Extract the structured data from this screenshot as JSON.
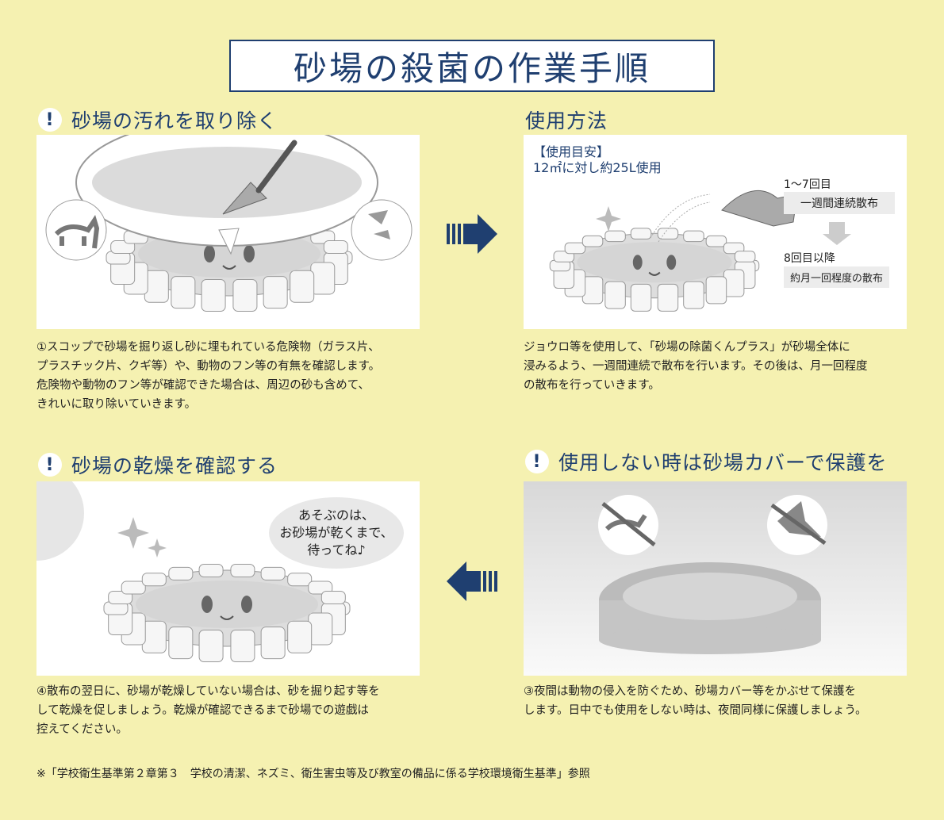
{
  "title": "砂場の殺菌の作業手順",
  "sections": [
    {
      "heading": "砂場の汚れを取り除く",
      "desc": "①スコップで砂場を掘り返し砂に埋もれている危険物（ガラス片、\nプラスチック片、クギ等）や、動物のフン等の有無を確認します。\n危険物や動物のフン等が確認できた場合は、周辺の砂も含めて、\nきれいに取り除いていきます。"
    },
    {
      "heading": "使用方法",
      "desc": "ジョウロ等を使用して、「砂場の除菌くんプラス」が砂場全体に\n浸みるよう、一週間連続で散布を行います。その後は、月一回程度\nの散布を行っていきます。"
    },
    {
      "heading": "砂場の乾燥を確認する",
      "desc": "④散布の翌日に、砂場が乾燥していない場合は、砂を掘り起す等を\nして乾燥を促しましょう。乾燥が確認できるまで砂場での遊戯は\n控えてください。"
    },
    {
      "heading": "使用しない時は砂場カバーで保護を",
      "desc": "③夜間は動物の侵入を防ぐため、砂場カバー等をかぶせて保護を\nします。日中でも使用をしない時は、夜間同様に保護しましょう。"
    }
  ],
  "usage": {
    "guide": "【使用目安】\n12㎡に対し約25L使用",
    "step1_label": "1～7回目",
    "step1_box": "一週間連続散布",
    "step2_label": "8回目以降",
    "step2_box": "約月一回程度の散布"
  },
  "bubble": "あそぶのは、\nお砂場が乾くまで、\n待ってね♪",
  "footnote": "※「学校衛生基準第２章第３　学校の清潔、ネズミ、衛生害虫等及び教室の備品に係る学校環境衛生基準」参照",
  "colors": {
    "navy": "#1f3f70",
    "bg": "#f5f1b1"
  }
}
